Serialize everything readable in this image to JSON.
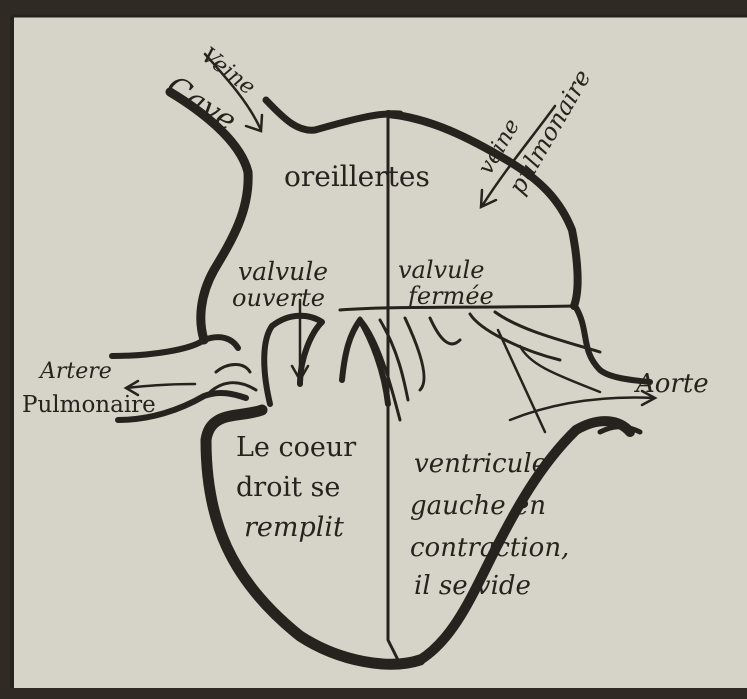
{
  "labels": {
    "veine": "Veine",
    "cave": "Cave",
    "veine_pulmonaire_1": "veine",
    "veine_pulmonaire_2": "pulmonaire",
    "oreillettes": "oreillertes",
    "valvule_left_1": "valvule",
    "valvule_left_2": "ouverte",
    "valvule_right_1": "valvule",
    "valvule_right_2": "fermée",
    "artere": "Artere",
    "pulmonaire": "Pulmonaire",
    "aorte": "Aorte",
    "coeur_1": "Le coeur",
    "coeur_2": "droit se",
    "coeur_3": "remplit",
    "ventricule_1": "ventricule",
    "ventricule_2": "gauche en",
    "ventricule_3": "contraction,",
    "ventricule_4": "il se vide"
  },
  "colors": {
    "paper": "#d6d3c8",
    "ink": "#26221d",
    "frame": "#2f2a24"
  }
}
